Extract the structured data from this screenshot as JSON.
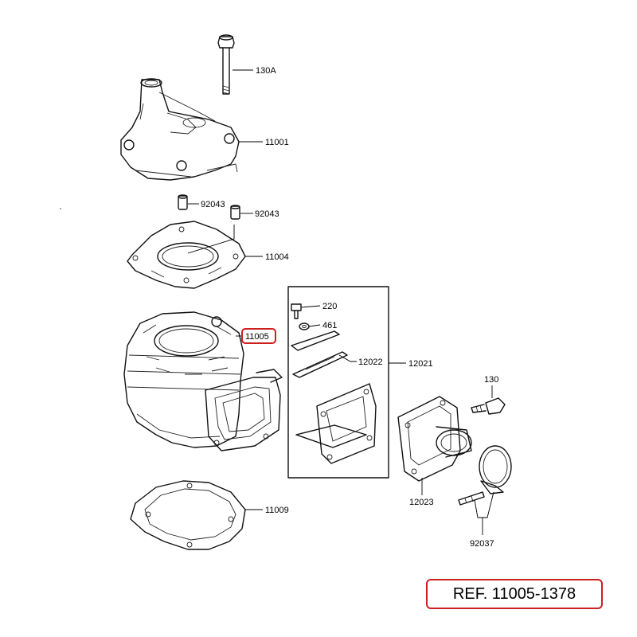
{
  "parts": {
    "p130A": "130A",
    "p11001": "11001",
    "p92043a": "92043",
    "p92043b": "92043",
    "p11004": "11004",
    "p220": "220",
    "p461": "461",
    "p11005": "11005",
    "p12022": "12022",
    "p12021": "12021",
    "p130": "130",
    "p11009": "11009",
    "p12023": "12023",
    "p92037": "92037"
  },
  "highlight_part": "11005",
  "reference": "REF. 11005-1378",
  "colors": {
    "highlight": "#cc1f1f",
    "line": "#111111",
    "background": "#ffffff"
  }
}
